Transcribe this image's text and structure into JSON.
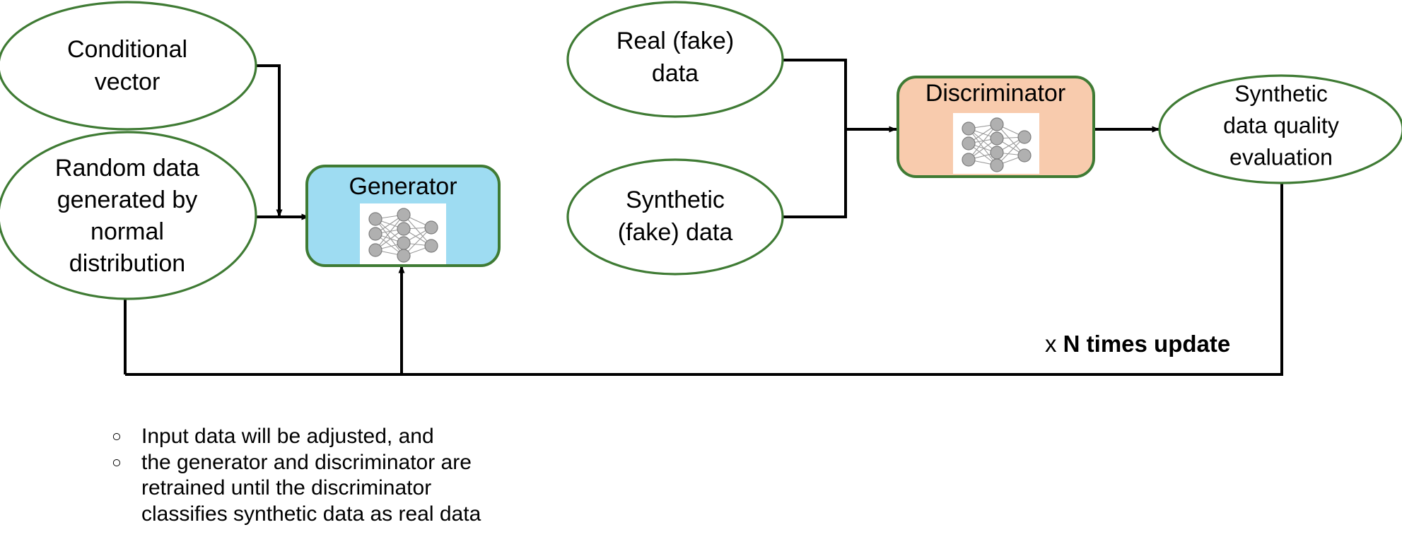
{
  "diagram": {
    "title": "Conditional GAN synthetic data generation and evaluation flow",
    "background_color": "#ffffff",
    "palette": {
      "ellipse_stroke": "#3f7b34",
      "box_stroke": "#3f7b34",
      "generator_fill": "#9EDCF2",
      "discriminator_fill": "#F8CBAD",
      "connector": "#000000",
      "neural_net_node": "#b0b0b0",
      "neural_net_edge": "#9a9a9a",
      "text": "#000000"
    },
    "nodes": {
      "conditional_vector": {
        "shape": "ellipse",
        "label_lines": [
          "Conditional",
          "vector"
        ],
        "line1": "Conditional",
        "line2": "vector"
      },
      "random_data": {
        "shape": "ellipse",
        "label_lines": [
          "Random data",
          "generated by",
          "normal",
          "distribution"
        ],
        "line1": "Random data",
        "line2": "generated by",
        "line3": "normal",
        "line4": "distribution"
      },
      "generator": {
        "shape": "rounded-rectangle",
        "label": "Generator",
        "fill": "#9EDCF2",
        "icon": "neural-network-icon"
      },
      "real_data": {
        "shape": "ellipse",
        "label_lines": [
          "Real (fake)",
          "data"
        ],
        "line1": "Real (fake)",
        "line2": "data"
      },
      "synthetic_data": {
        "shape": "ellipse",
        "label_lines": [
          "Synthetic",
          "(fake) data"
        ],
        "line1": "Synthetic",
        "line2": "(fake) data"
      },
      "discriminator": {
        "shape": "rounded-rectangle",
        "label": "Discriminator",
        "fill": "#F8CBAD",
        "icon": "neural-network-icon"
      },
      "evaluation": {
        "shape": "ellipse",
        "label_lines": [
          "Synthetic",
          "data quality",
          "evaluation"
        ],
        "line1": "Synthetic",
        "line2": "data quality",
        "line3": "evaluation"
      }
    },
    "loop_label": {
      "prefix": "x ",
      "text": "N times update",
      "full": "x N times update"
    },
    "caption": {
      "bullet_marker": "○",
      "items": [
        {
          "text": "Input data will be adjusted, and",
          "lines": [
            "Input data will be adjusted, and"
          ]
        },
        {
          "text": "the generator and discriminator are retrained until the discriminator classifies synthetic data as real data",
          "lines": [
            "the generator and discriminator are",
            "retrained until the discriminator",
            "classifies synthetic data as real data"
          ]
        }
      ]
    },
    "edges": [
      {
        "name": "conditional-vector-to-generator",
        "from": "conditional_vector",
        "to": "generator",
        "arrow": true
      },
      {
        "name": "random-data-to-generator",
        "from": "random_data",
        "to": "generator",
        "arrow": true
      },
      {
        "name": "generator-to-synthetic-data",
        "from": "generator",
        "to": "synthetic_data",
        "arrow": true
      },
      {
        "name": "real-data-to-discriminator",
        "from": "real_data",
        "to": "discriminator",
        "arrow": true
      },
      {
        "name": "synthetic-data-to-discriminator",
        "from": "synthetic_data",
        "to": "discriminator",
        "arrow": true
      },
      {
        "name": "discriminator-to-evaluation",
        "from": "discriminator",
        "to": "evaluation",
        "arrow": true
      },
      {
        "name": "evaluation-feedback-to-random-data",
        "from": "evaluation",
        "to": "random_data",
        "arrow": true
      },
      {
        "name": "evaluation-feedback-to-generator",
        "from": "evaluation",
        "to": "generator",
        "arrow": true
      }
    ]
  }
}
